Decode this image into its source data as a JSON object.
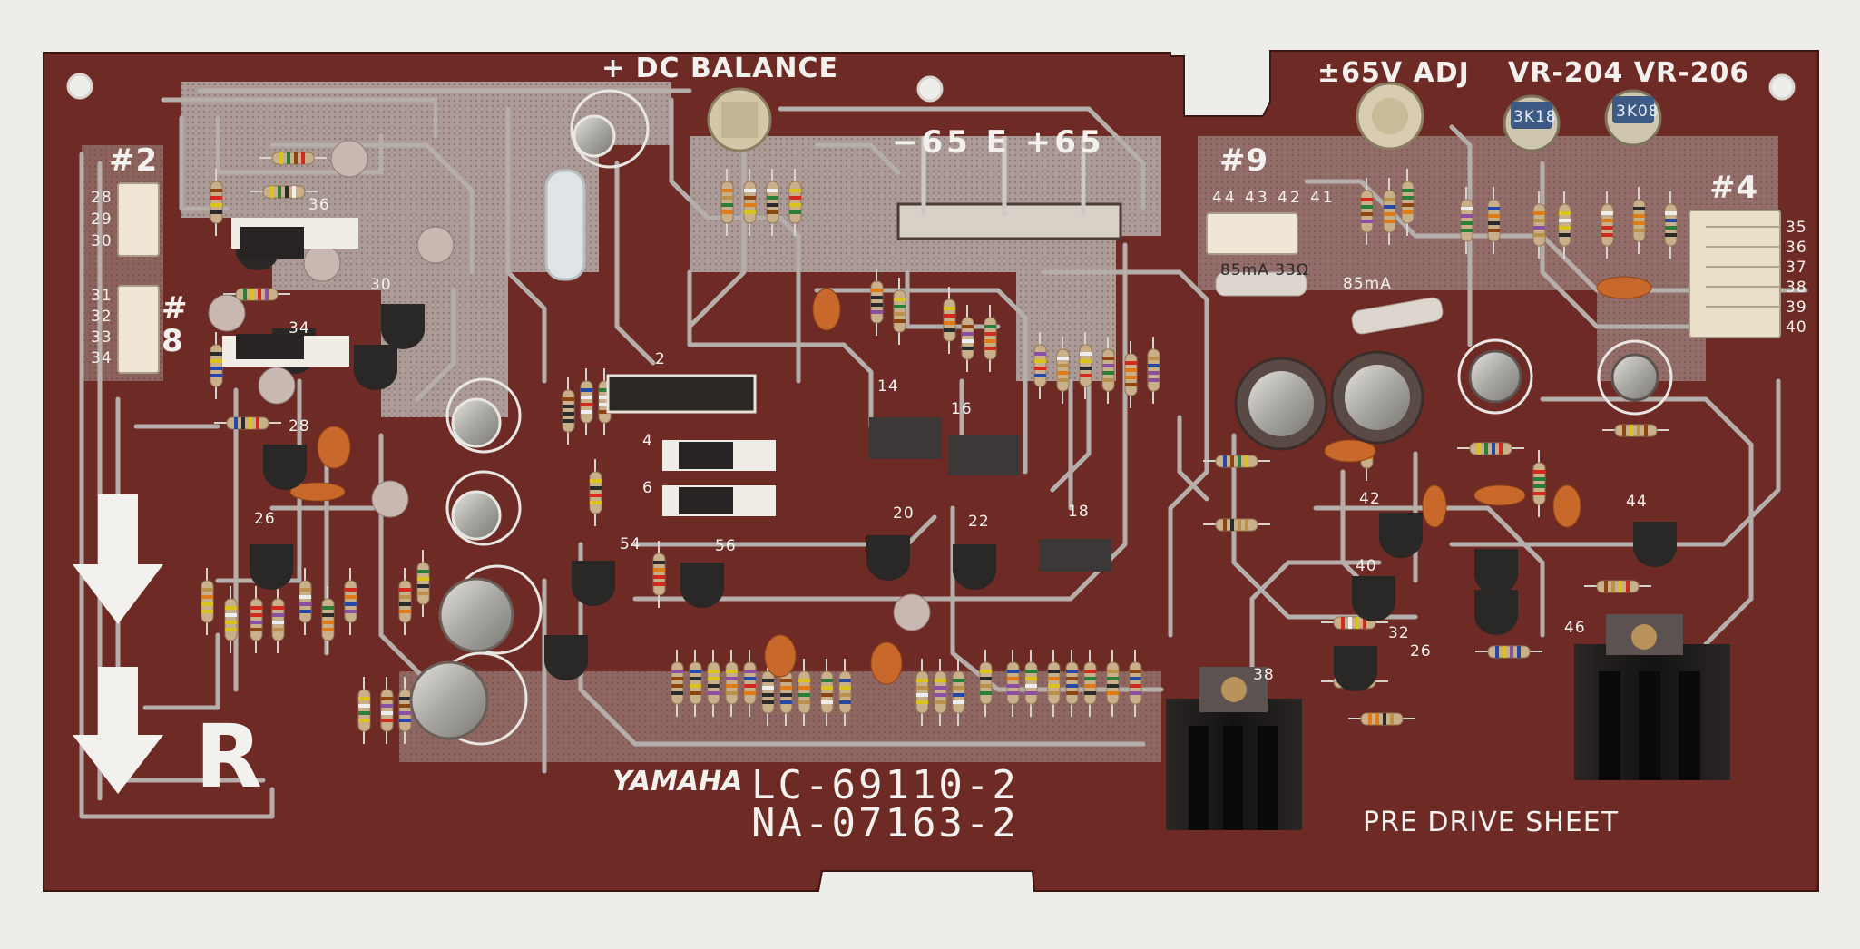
{
  "board": {
    "colors": {
      "background": "#ededea",
      "pcb": "#6e2a25",
      "trace": "#a9a3a0",
      "silkscreen": "#f3f1ee",
      "resistor_body": "#c9b08b",
      "capacitor_orange": "#c8682a",
      "electrolytic": "#b9b7b2",
      "heatsink": "#1e1c1c"
    },
    "labels": {
      "dc_balance": "+ DC BALANCE",
      "v65_adj": "±65V ADJ",
      "vr": "VR-204 VR-206",
      "pin_header_labels": "−65   E   +65",
      "conn_2": "#2",
      "conn_8": "#8",
      "conn_9": "#9",
      "conn_4": "#4",
      "pins_2": [
        "28",
        "29",
        "30"
      ],
      "pins_8": [
        "31",
        "32",
        "33",
        "34"
      ],
      "pins_9": "44 43 42 41",
      "pins_4": [
        "35",
        "36",
        "37",
        "38",
        "39",
        "40"
      ],
      "side_r": "R",
      "brand": "YAMAHA",
      "part_1": "LC-69110-2",
      "part_2": "NA-07163-2",
      "sheet": "PRE DRIVE SHEET",
      "fuse_1": "85mA 33Ω",
      "fuse_2": "85mA",
      "ref_numbers": [
        "36",
        "30",
        "34",
        "28",
        "26",
        "2",
        "4",
        "6",
        "54",
        "56",
        "14",
        "16",
        "20",
        "22",
        "18",
        "42",
        "40",
        "32",
        "38",
        "44",
        "46",
        "26"
      ],
      "trim_pots": [
        "3K18",
        "3K08"
      ]
    }
  }
}
